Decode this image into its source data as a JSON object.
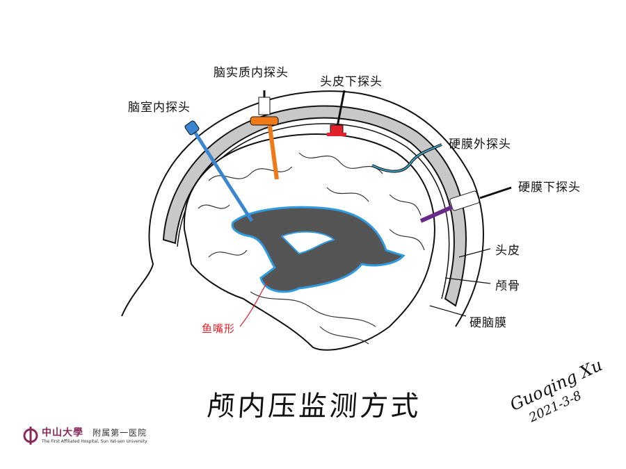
{
  "labels": {
    "ventricular_probe": "脑室内探头",
    "parenchymal_probe": "脑实质内探头",
    "subcutaneous_probe": "头皮下探头",
    "epidural_probe": "硬膜外探头",
    "subdural_probe": "硬膜下探头",
    "scalp": "头皮",
    "skull": "颅骨",
    "dura_mater": "硬脑膜",
    "fish_mouth": "鱼嘴形"
  },
  "title": "颅内压监测方式",
  "signature": {
    "name": "Guoqing Xu",
    "date": "2021-3-8"
  },
  "logo": {
    "university": "中山大學",
    "hospital": "附属第一医院",
    "english": "The First Affiliated Hospital, Sun Yat-sen University"
  },
  "colors": {
    "ventricle_fill": "#555555",
    "ventricle_outline": "#2f9be0",
    "ventricular_probe": "#3a86d0",
    "parenchymal_probe": "#f07a1a",
    "subcutaneous_probe": "#e0202a",
    "epidural_probe": "#3aa5c8",
    "subdural_probe": "#6a2a8a",
    "skull": "#c8c8c8",
    "annotation_red": "#e0202a",
    "logo": "#8a2a5a"
  }
}
